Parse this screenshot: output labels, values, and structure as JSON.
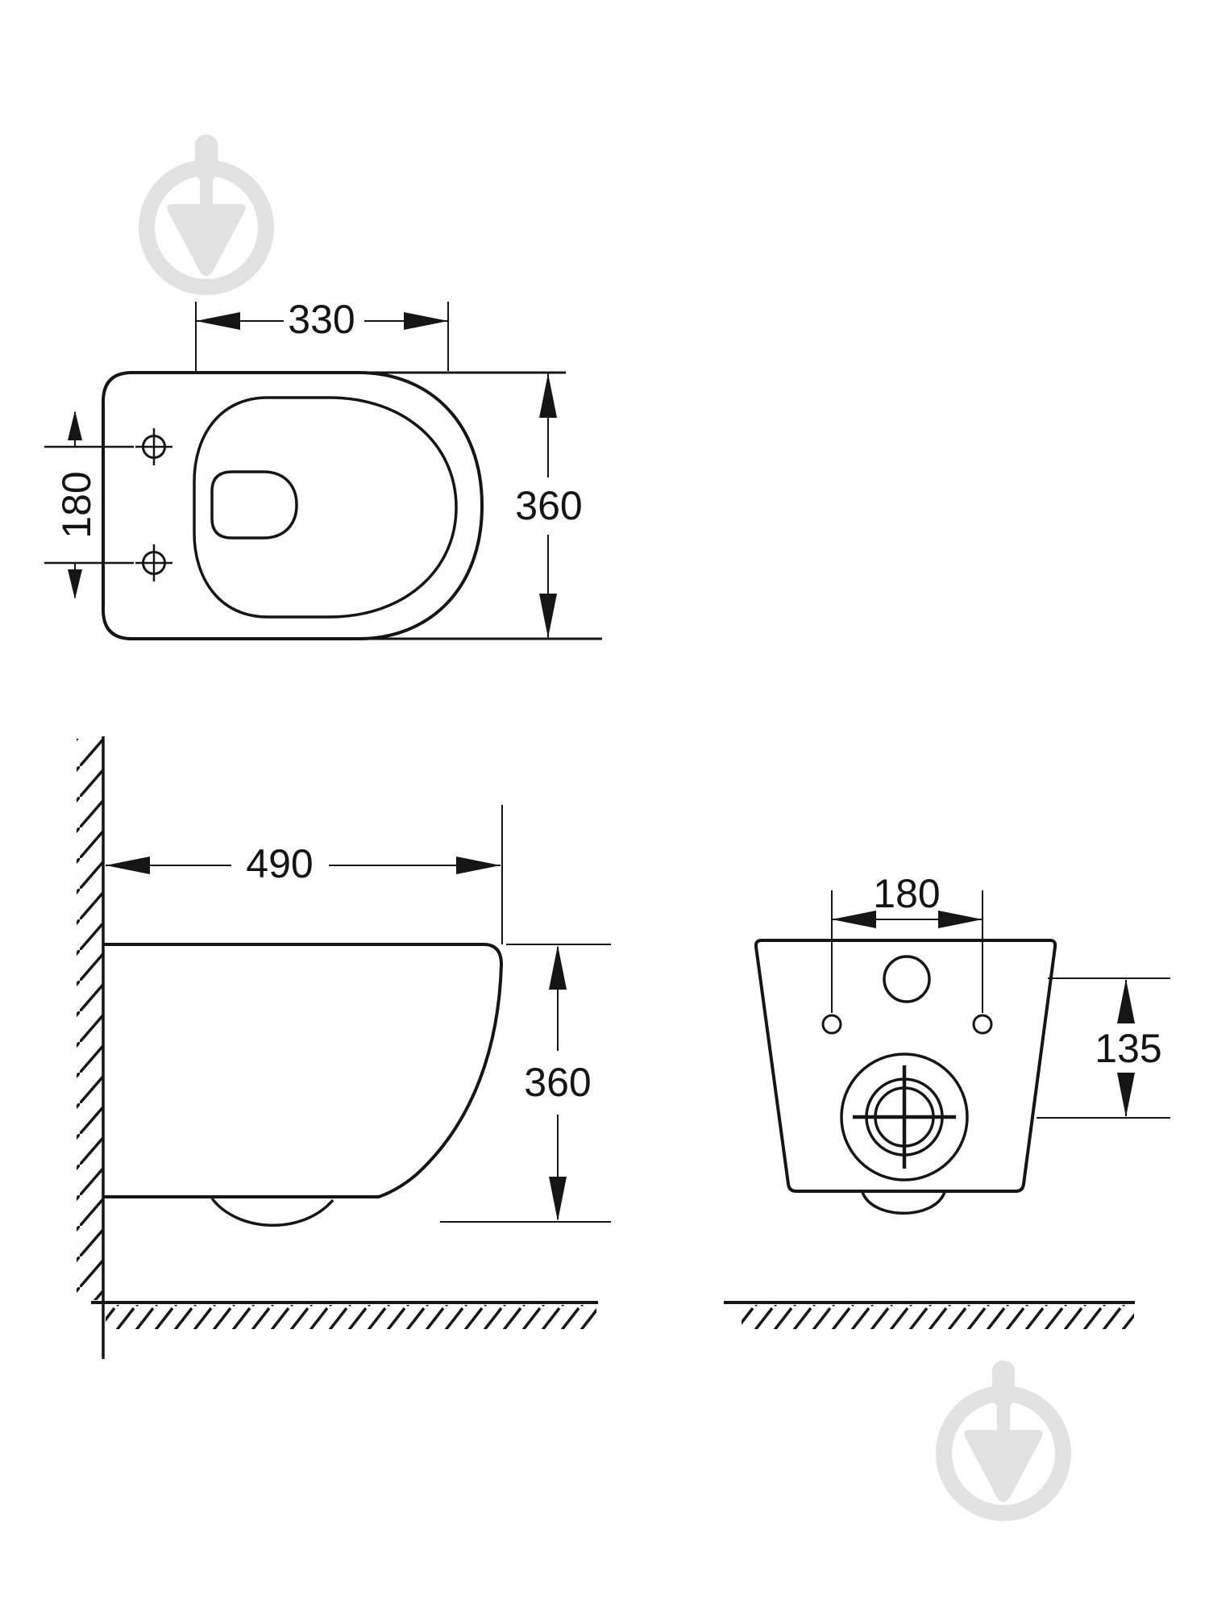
{
  "drawing": {
    "subject": "wall-hung-toilet-installation-drawing",
    "units": "mm",
    "line_color": "#151515",
    "background_color": "#ffffff"
  },
  "watermark": {
    "icon": "trowel-logo-icon",
    "color": "#e2e2e2"
  },
  "views": {
    "top": {
      "label": "top-view",
      "width": "330",
      "depth": "360",
      "seat_hole_spacing": "180"
    },
    "side": {
      "label": "side-view",
      "depth": "490",
      "height": "360"
    },
    "back": {
      "label": "back-view",
      "bolt_spacing": "180",
      "outlet_offset": "135"
    }
  }
}
